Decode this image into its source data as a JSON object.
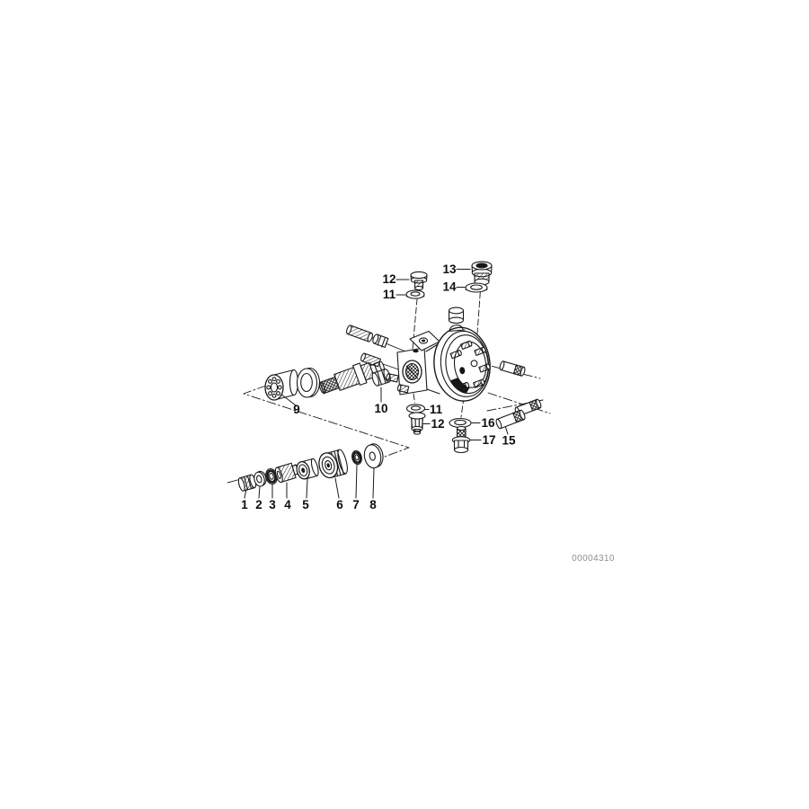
{
  "colors": {
    "ink": "#1a1a1a",
    "background": "#ffffff",
    "doc_number_text": "#8f8f8f"
  },
  "diagram": {
    "doc_number": "00004310",
    "callouts": [
      {
        "label": "12"
      },
      {
        "label": "11"
      },
      {
        "label": "13"
      },
      {
        "label": "14"
      },
      {
        "label": "9"
      },
      {
        "label": "10"
      },
      {
        "label": "11"
      },
      {
        "label": "12"
      },
      {
        "label": "16"
      },
      {
        "label": "17"
      },
      {
        "label": "15"
      },
      {
        "label": "1"
      },
      {
        "label": "2"
      },
      {
        "label": "3"
      },
      {
        "label": "4"
      },
      {
        "label": "5"
      },
      {
        "label": "6"
      },
      {
        "label": "7"
      },
      {
        "label": "8"
      }
    ]
  }
}
